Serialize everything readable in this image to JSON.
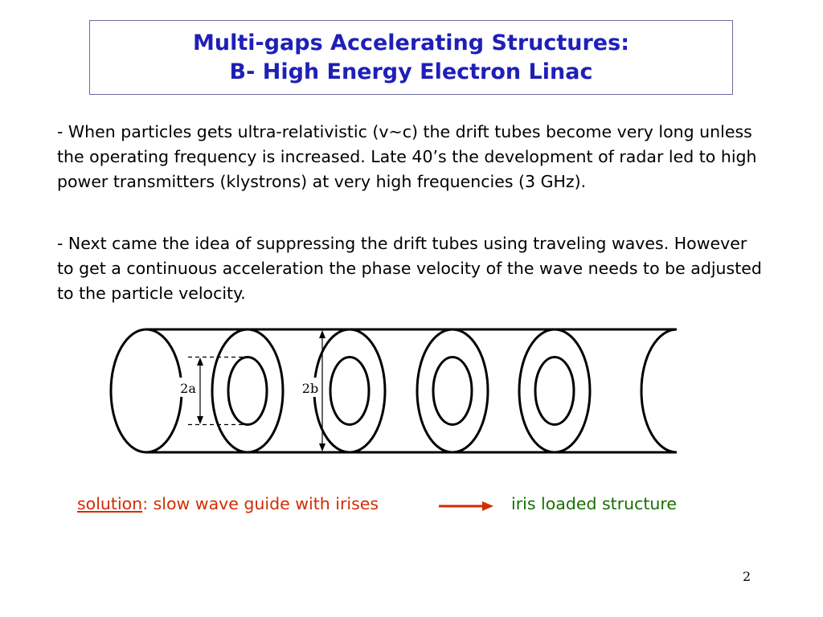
{
  "title": {
    "line1": "Multi-gaps Accelerating Structures:",
    "line2": "B- High Energy Electron Linac"
  },
  "paragraphs": [
    "- When particles gets ultra-relativistic (v~c) the drift tubes become very long unless the operating frequency is increased. Late 40’s the development of radar led to high power transmitters (klystrons) at very high frequencies (3 GHz).",
    "- Next came the idea of suppressing the drift tubes using traveling waves. However to get a continuous acceleration the phase velocity of the wave needs to be adjusted to the particle velocity."
  ],
  "diagram": {
    "label_inner": "2a",
    "label_outer": "2b"
  },
  "solution": {
    "keyword": "solution",
    "text": ": slow wave guide with irises",
    "result": "iris loaded structure"
  },
  "colors": {
    "title": "#1f1fb8",
    "solution": "#d22c00",
    "result": "#157000"
  },
  "page_number": "2"
}
